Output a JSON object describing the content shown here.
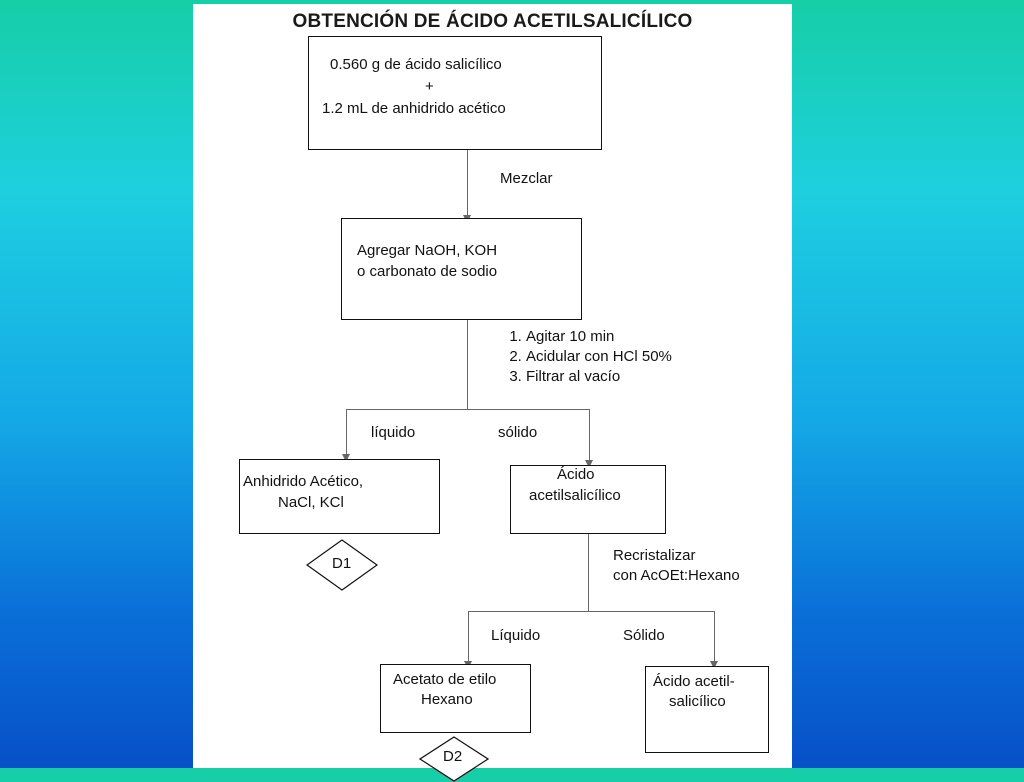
{
  "title": "OBTENCIÓN DE ÁCIDO ACETILSALICÍLICO",
  "box1": {
    "line1": "0.560 g de ácido salicílico",
    "line2": "+",
    "line3": "1.2 mL de anhidrido acético"
  },
  "step_mix": "Mezclar",
  "box2": {
    "line1": "Agregar NaOH, KOH",
    "line2": "o carbonato de sodio"
  },
  "steps": [
    "Agitar 10 min",
    "Acidular con HCl 50%",
    "Filtrar al vacío"
  ],
  "branch1": {
    "left": "líquido",
    "right": "sólido"
  },
  "box_liquid": {
    "line1": "Anhidrido Acético,",
    "line2": "NaCl, KCl"
  },
  "box_solid": {
    "line1": "Ácido",
    "line2": "acetilsalicílico"
  },
  "waste1": "D1",
  "step_recrystallize": {
    "line1": "Recristalizar",
    "line2": "con AcOEt:Hexano"
  },
  "branch2": {
    "left": "Líquido",
    "right": "Sólido"
  },
  "box_liquid2": {
    "line1": "Acetato de etilo",
    "line2": "Hexano"
  },
  "box_solid2": {
    "line1": "Ácido acetil-",
    "line2": "salicílico"
  },
  "waste2": "D2",
  "colors": {
    "line": "#666666",
    "border": "#111111",
    "bg_top": "#16cfa6",
    "bg_bottom": "#0750c8"
  }
}
